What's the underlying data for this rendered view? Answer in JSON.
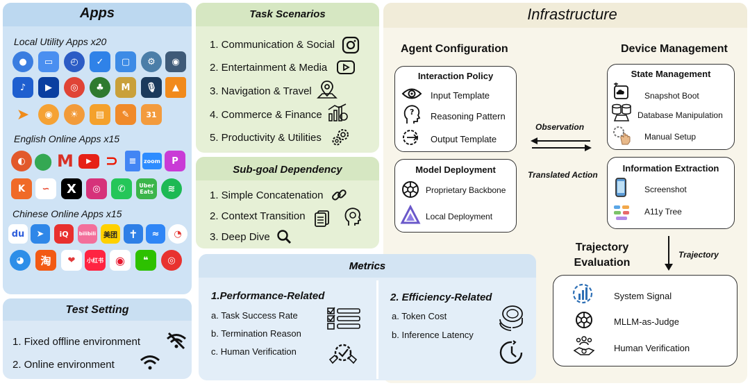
{
  "apps": {
    "title": "Apps",
    "local_label": "Local Utility Apps x20",
    "english_label": "English Online Apps x15",
    "chinese_label": "Chinese Online Apps x15",
    "cal_number": "31",
    "zoom_text": "zoom",
    "uber_text": "Uber Eats",
    "xhs_text": "小红书",
    "meituan_text": "美团",
    "bili_text": "bilibili",
    "taobao_text": "淘"
  },
  "test_setting": {
    "title": "Test Setting",
    "items": [
      "1. Fixed offline environment",
      "2. Online environment"
    ]
  },
  "task_scenarios": {
    "title": "Task Scenarios",
    "items": [
      "1. Communication & Social",
      "2. Entertainment & Media",
      "3. Navigation & Travel",
      "4. Commerce & Finance",
      "5. Productivity & Utilities"
    ]
  },
  "subgoal": {
    "title": "Sub-goal Dependency",
    "items": [
      "1. Simple Concatenation",
      "2. Context Transition",
      "3. Deep Dive"
    ]
  },
  "metrics": {
    "title": "Metrics",
    "perf_title": "1.Performance-Related",
    "perf_items": [
      "a. Task Success Rate",
      "b. Termination Reason",
      "c.  Human Verification"
    ],
    "eff_title": "2.  Efficiency-Related",
    "eff_items": [
      "a. Token Cost",
      "b. Inference Latency"
    ]
  },
  "infrastructure": {
    "title": "Infrastructure",
    "agent_config": "Agent Configuration",
    "device_mgmt": "Device Management",
    "interaction_policy": {
      "title": "Interaction Policy",
      "items": [
        "Input Template",
        "Reasoning Pattern",
        "Output Template"
      ]
    },
    "model_deployment": {
      "title": "Model Deployment",
      "items": [
        "Proprietary Backbone",
        "Local Deployment"
      ]
    },
    "state_mgmt": {
      "title": "State Management",
      "items": [
        "Snapshot Boot",
        "Database Manipulation",
        "Manual Setup"
      ]
    },
    "info_extraction": {
      "title": "Information Extraction",
      "items": [
        "Screenshot",
        "A11y Tree"
      ]
    },
    "observation": "Observation",
    "translated_action": "Translated Action",
    "trajectory": "Trajectory",
    "trajectory_eval": [
      "Trajectory",
      "Evaluation"
    ],
    "eval_items": [
      "System Signal",
      "MLLM-as-Judge",
      "Human Verification"
    ]
  },
  "colors": {
    "apps_bg": "#cfe3f5",
    "green_bg": "#e6f0d6",
    "metrics_bg": "#e3eef8",
    "infra_bg": "#f8f5ea"
  }
}
